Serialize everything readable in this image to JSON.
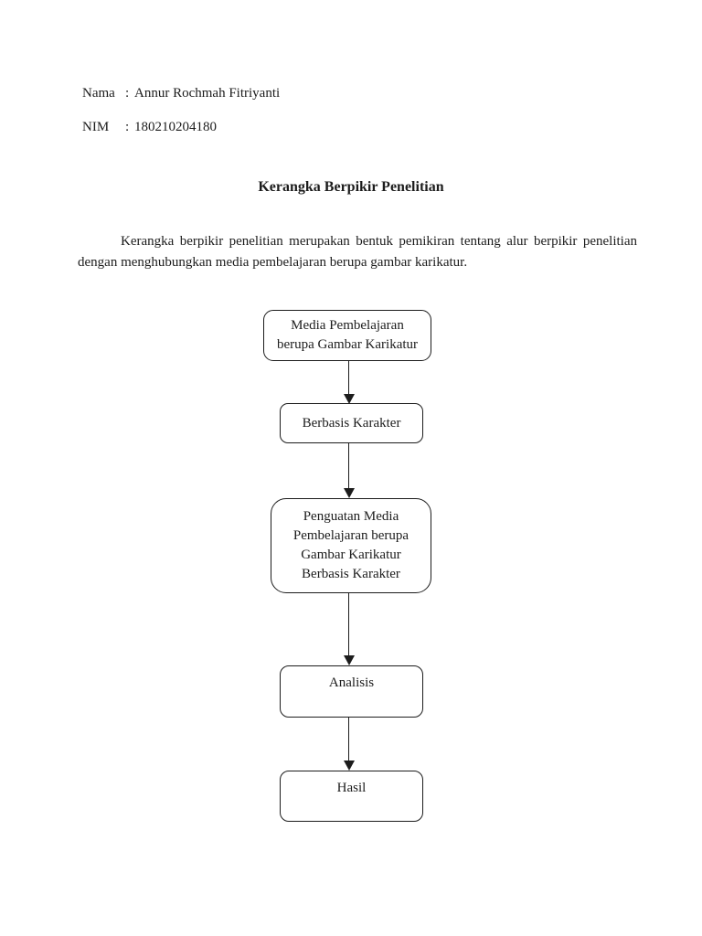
{
  "header": {
    "nama_label": "Nama",
    "nim_label": "NIM",
    "separator": ":",
    "nama_value": "Annur Rochmah Fitriyanti",
    "nim_value": "180210204180"
  },
  "title": "Kerangka Berpikir Penelitian",
  "intro": {
    "text": "Kerangka berpikir penelitian merupakan bentuk pemikiran tentang alur berpikir penelitian dengan menghubungkan media pembelajaran berupa gambar karikatur."
  },
  "flowchart": {
    "nodes": [
      {
        "id": "media-pembelajaran",
        "label": "Media Pembelajaran\nberupa Gambar Karikatur"
      },
      {
        "id": "berbasis-karakter",
        "label": "Berbasis Karakter"
      },
      {
        "id": "penguatan-media",
        "label": "Penguatan Media\nPembelajaran berupa\nGambar Karikatur\nBerbasis Karakter"
      },
      {
        "id": "analisis",
        "label": "Analisis"
      },
      {
        "id": "hasil",
        "label": "Hasil"
      }
    ],
    "colors": {
      "stroke": "#1c1c1c",
      "fill": "#ffffff"
    }
  }
}
